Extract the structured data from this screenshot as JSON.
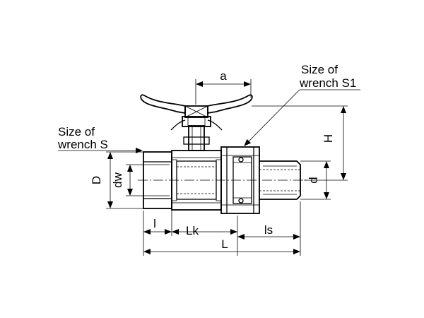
{
  "labels": {
    "wrench_s1_line1": "Size of",
    "wrench_s1_line2": "wrench S1",
    "wrench_s_line1": "Size of",
    "wrench_s_line2": "wrench S",
    "a": "a",
    "H": "H",
    "D": "D",
    "dw": "dw",
    "d": "d",
    "l": "l",
    "Lk": "Lk",
    "ls": "ls",
    "L": "L"
  },
  "colors": {
    "line": "#000000",
    "background": "#ffffff"
  }
}
